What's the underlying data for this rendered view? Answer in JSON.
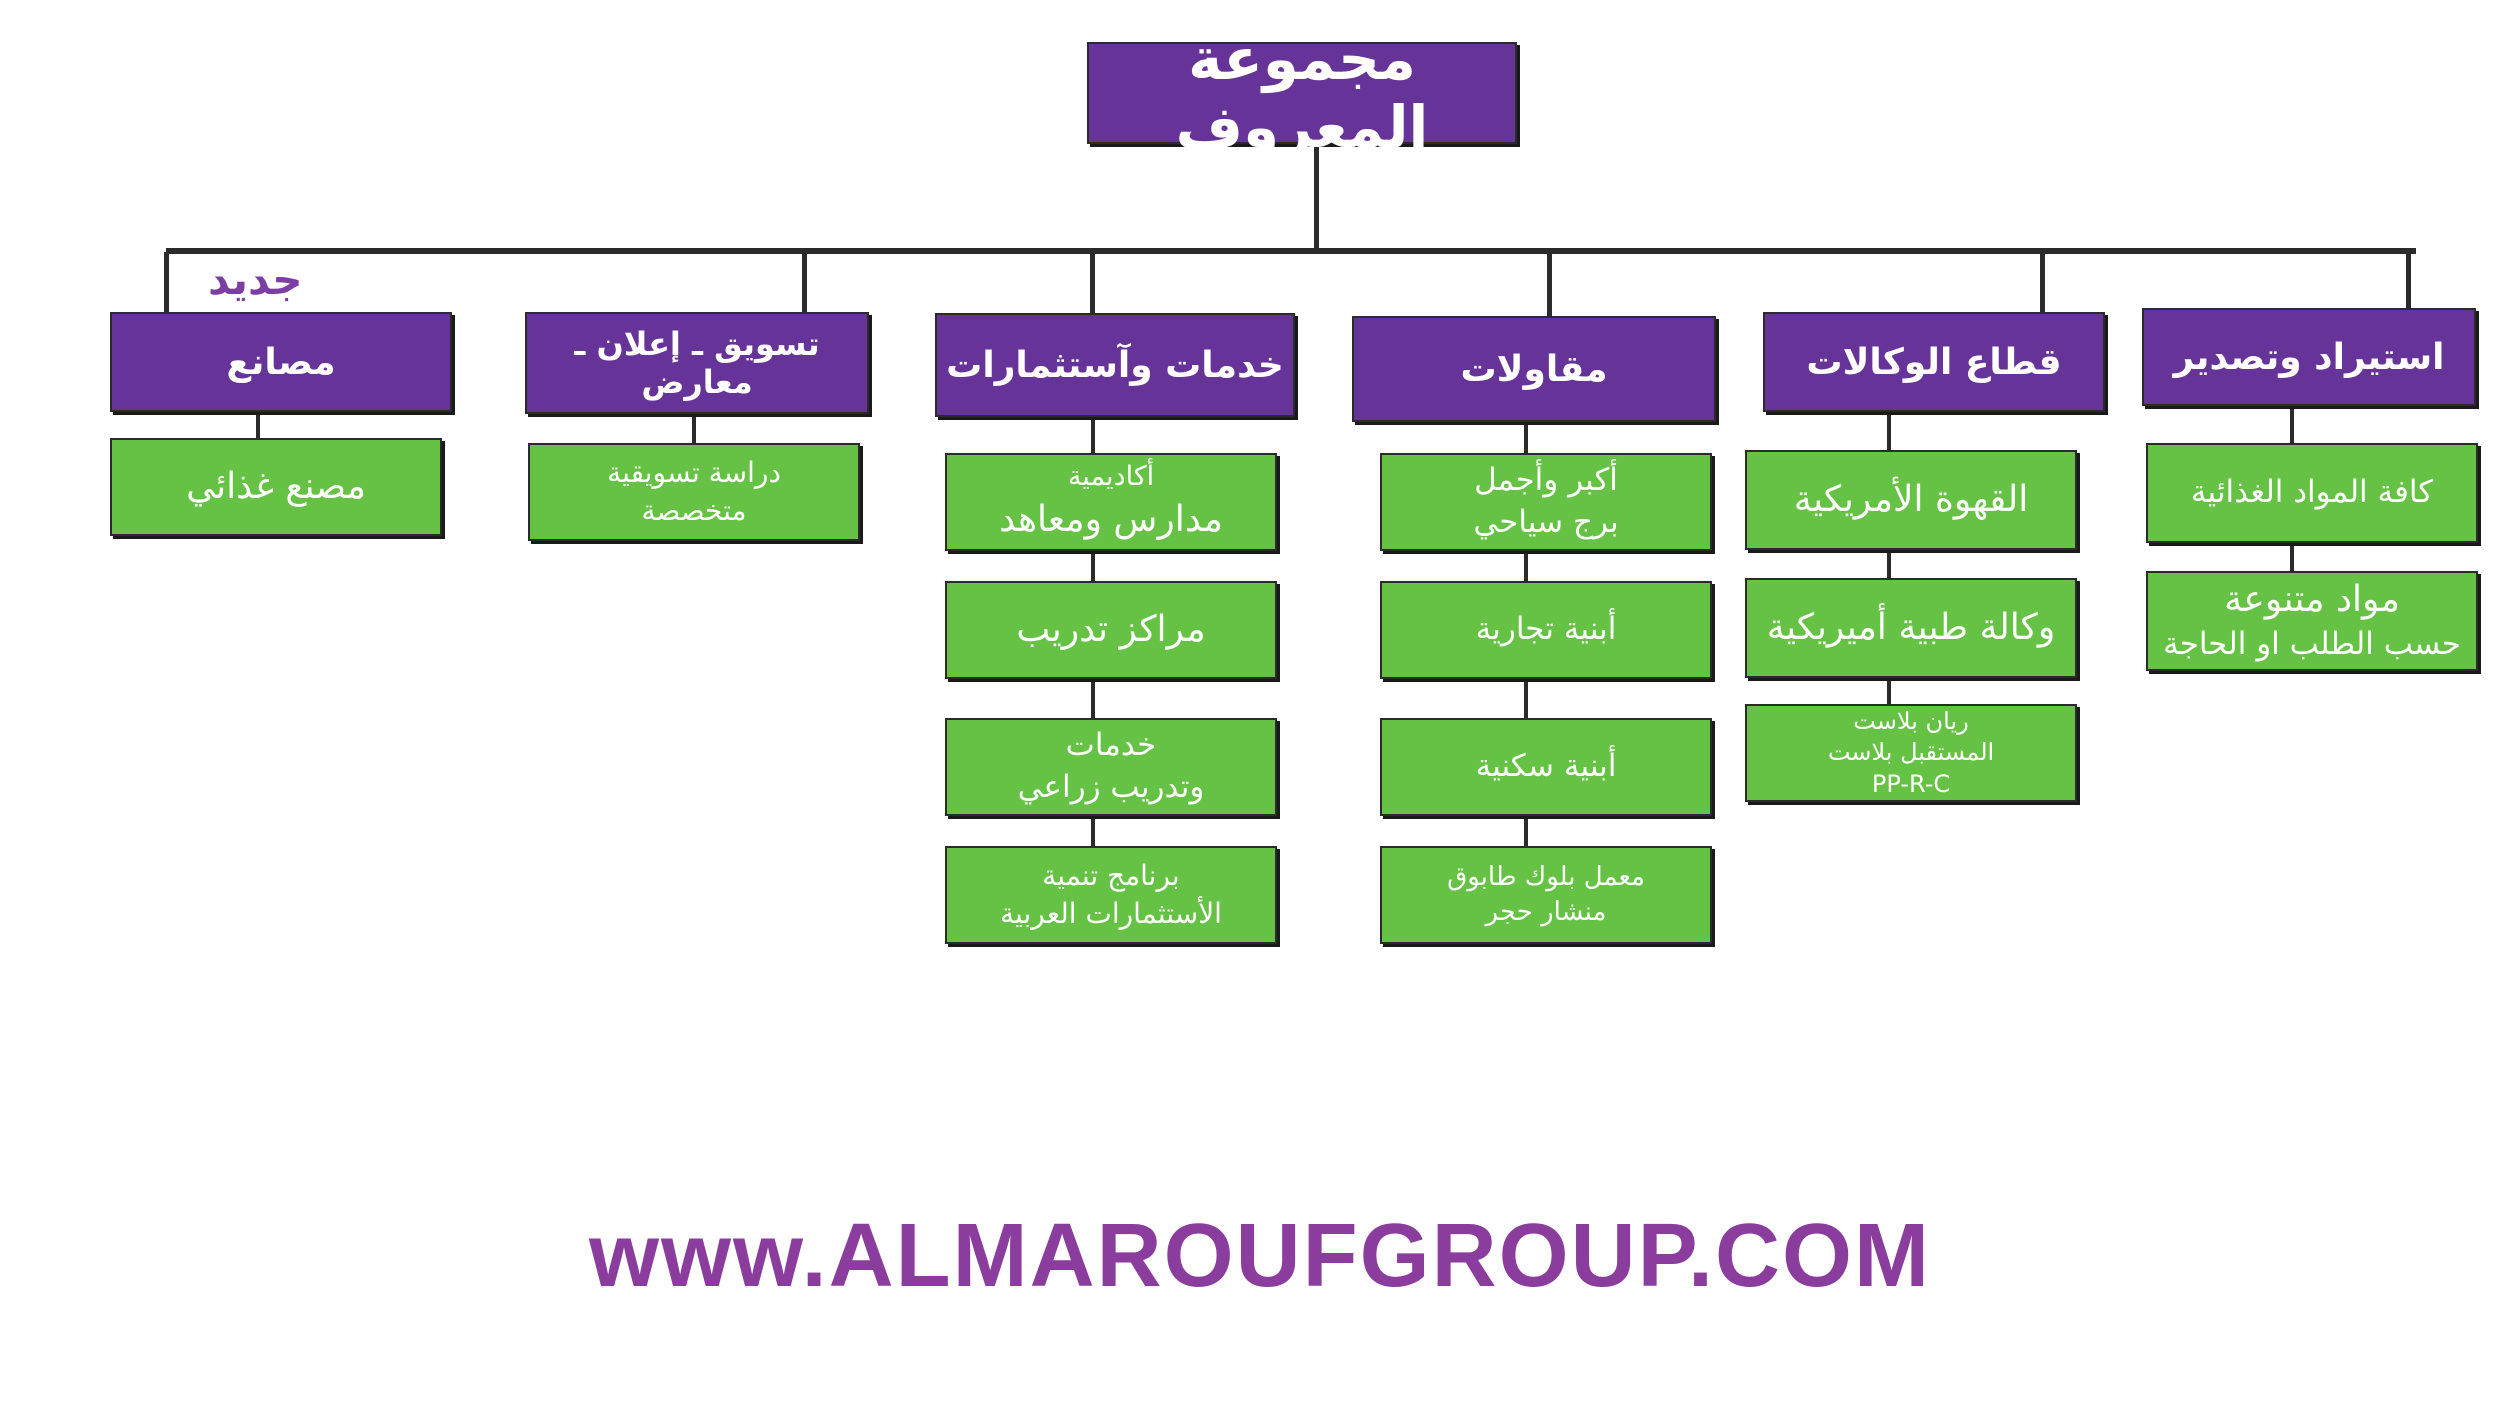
{
  "root": {
    "title": "مجموعة المعروف"
  },
  "new_tag": "جديد",
  "colors": {
    "purple": "#663399",
    "green": "#66c244",
    "lines": "#2b2b2b",
    "website": "#8a3d9c"
  },
  "branches": [
    {
      "title": "استيراد وتصدير",
      "items": [
        {
          "lines": [
            "كافة المواد الغذائية"
          ]
        },
        {
          "lines": [
            "مواد متنوعة",
            "حسب الطلب او الحاجة"
          ]
        }
      ]
    },
    {
      "title": "قطاع الوكالات",
      "items": [
        {
          "lines": [
            "القهوة الأمريكية"
          ]
        },
        {
          "lines": [
            "وكالة طبية أميريكية"
          ]
        },
        {
          "lines": [
            "ريان بلاست",
            "المستقبل بلاست",
            "PP-R-C"
          ]
        }
      ]
    },
    {
      "title": "مقاولات",
      "items": [
        {
          "lines": [
            "أكبر وأجمل",
            "برج سياحي"
          ]
        },
        {
          "lines": [
            "أبنية تجارية"
          ]
        },
        {
          "lines": [
            "أبنية سكنية"
          ]
        },
        {
          "lines": [
            "معمل بلوك طابوق",
            "منشار حجر"
          ]
        }
      ]
    },
    {
      "title": "خدمات وآستثمارات",
      "items": [
        {
          "lines": [
            "أكاديمية",
            "مدارس ومعاهد"
          ]
        },
        {
          "lines": [
            "مراكز تدريب"
          ]
        },
        {
          "lines": [
            "خدمات",
            "وتدريب زراعي"
          ]
        },
        {
          "lines": [
            "برنامج تنمية",
            "الأستثمارات العربية"
          ]
        }
      ]
    },
    {
      "title": "تسويق ـ إعلان ـ معارض",
      "items": [
        {
          "lines": [
            "دراسة تسويقية",
            "متخصصة"
          ]
        }
      ]
    },
    {
      "title": "مصانع",
      "items": [
        {
          "lines": [
            "مصنع غذائي"
          ]
        }
      ]
    }
  ],
  "website": "www.ALMAROUFGROUP.COM"
}
